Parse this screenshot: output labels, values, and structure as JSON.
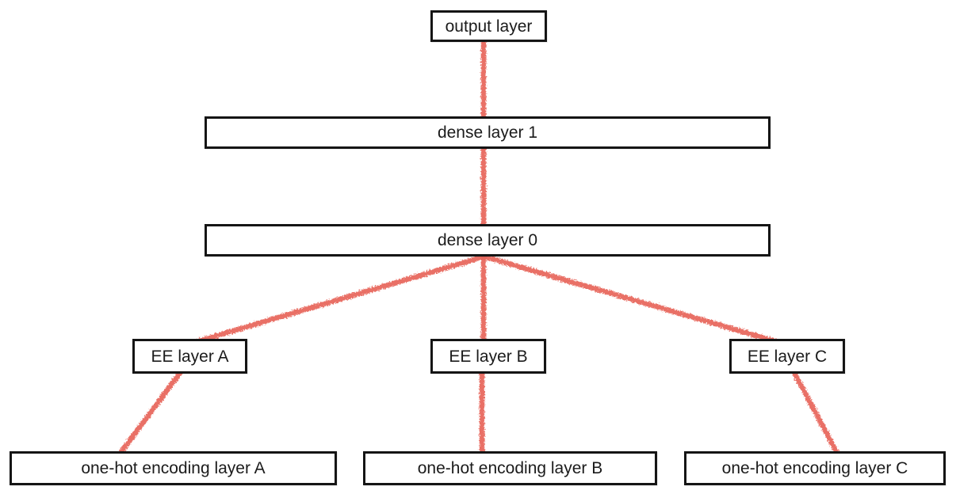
{
  "diagram": {
    "type": "neural-network-layer-diagram",
    "nodes": [
      {
        "id": "output-layer",
        "label": "output layer"
      },
      {
        "id": "dense-layer-1",
        "label": "dense layer 1"
      },
      {
        "id": "dense-layer-0",
        "label": "dense layer 0"
      },
      {
        "id": "ee-layer-a",
        "label": "EE layer A"
      },
      {
        "id": "ee-layer-b",
        "label": "EE layer B"
      },
      {
        "id": "ee-layer-c",
        "label": "EE layer C"
      },
      {
        "id": "one-hot-a",
        "label": "one-hot encoding layer A"
      },
      {
        "id": "one-hot-b",
        "label": "one-hot encoding layer B"
      },
      {
        "id": "one-hot-c",
        "label": "one-hot encoding layer C"
      }
    ],
    "edges": [
      {
        "from": "output-layer",
        "to": "dense-layer-1"
      },
      {
        "from": "dense-layer-1",
        "to": "dense-layer-0"
      },
      {
        "from": "dense-layer-0",
        "to": "ee-layer-a"
      },
      {
        "from": "dense-layer-0",
        "to": "ee-layer-b"
      },
      {
        "from": "dense-layer-0",
        "to": "ee-layer-c"
      },
      {
        "from": "ee-layer-a",
        "to": "one-hot-a"
      },
      {
        "from": "ee-layer-b",
        "to": "one-hot-b"
      },
      {
        "from": "ee-layer-c",
        "to": "one-hot-c"
      }
    ],
    "colors": {
      "edge": "#e8695e",
      "box_border": "#151515",
      "box_fill": "#ffffff",
      "text": "#1b1b1b",
      "background": "#ffffff"
    }
  }
}
